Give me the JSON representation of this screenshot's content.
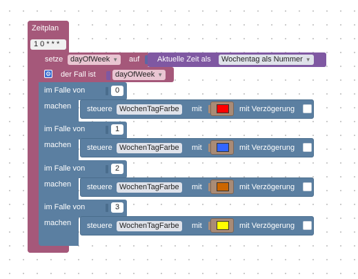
{
  "schedule": {
    "title": "Zeitplan",
    "cron": "1 0 * * *"
  },
  "set_block": {
    "label": "setze",
    "variable": "dayOfWeek",
    "to_label": "auf",
    "time_label": "Aktuelle Zeit als",
    "time_format": "Wochentag als Nummer"
  },
  "switch_block": {
    "label": "der Fall ist",
    "variable": "dayOfWeek",
    "case_label": "im Falle von",
    "do_label": "machen",
    "cases": [
      {
        "value": "0",
        "action": "steuere",
        "target": "WochenTagFarbe",
        "with_label": "mit",
        "color": "#ff0000",
        "delay_label": "mit Verzögerung"
      },
      {
        "value": "1",
        "action": "steuere",
        "target": "WochenTagFarbe",
        "with_label": "mit",
        "color": "#3366ff",
        "delay_label": "mit Verzögerung"
      },
      {
        "value": "2",
        "action": "steuere",
        "target": "WochenTagFarbe",
        "with_label": "mit",
        "color": "#cc6600",
        "delay_label": "mit Verzögerung"
      },
      {
        "value": "3",
        "action": "steuere",
        "target": "WochenTagFarbe",
        "with_label": "mit",
        "color": "#ffff00",
        "delay_label": "mit Verzögerung"
      }
    ]
  },
  "icons": {
    "settings": "gear-icon",
    "dropdown": "chevron-down-icon"
  }
}
